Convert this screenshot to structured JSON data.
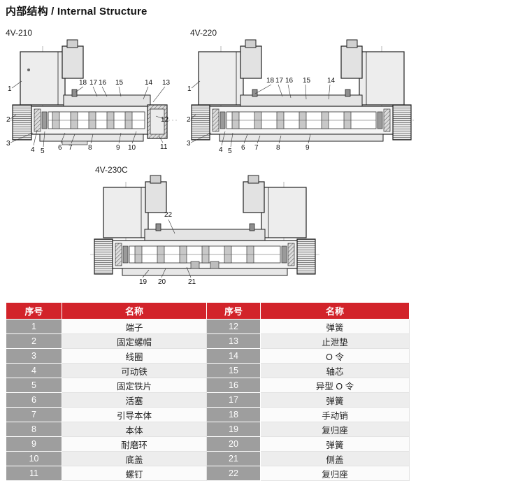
{
  "page": {
    "title": "内部结构 / Internal Structure"
  },
  "diagrams": {
    "d210": {
      "label": "4V-210",
      "callouts": {
        "c1": "1",
        "c2": "2",
        "c3": "3",
        "c4": "4",
        "c5": "5",
        "c6": "6",
        "c7": "7",
        "c8": "8",
        "c9": "9",
        "c10": "10",
        "c11": "11",
        "c12": "12",
        "c13": "13",
        "c14": "14",
        "c15": "15",
        "c16": "16",
        "c17": "17",
        "c18": "18"
      }
    },
    "d220": {
      "label": "4V-220",
      "callouts": {
        "c1": "1",
        "c2": "2",
        "c3": "3",
        "c4": "4",
        "c5": "5",
        "c6": "6",
        "c7": "7",
        "c8": "8",
        "c9": "9",
        "c14": "14",
        "c15": "15",
        "c16": "16",
        "c17": "17",
        "c18": "18"
      }
    },
    "d230": {
      "label": "4V-230C",
      "callouts": {
        "c19": "19",
        "c20": "20",
        "c21": "21",
        "c22": "22"
      }
    }
  },
  "parts_table": {
    "headers": [
      "序号",
      "名称",
      "序号",
      "名称"
    ],
    "rows": [
      [
        "1",
        "端子",
        "12",
        "弹簧"
      ],
      [
        "2",
        "固定螺帽",
        "13",
        "止泄垫"
      ],
      [
        "3",
        "线圈",
        "14",
        "O 令"
      ],
      [
        "4",
        "可动铁",
        "15",
        "轴芯"
      ],
      [
        "5",
        "固定铁片",
        "16",
        "异型 O 令"
      ],
      [
        "6",
        "活塞",
        "17",
        "弹簧"
      ],
      [
        "7",
        "引导本体",
        "18",
        "手动销"
      ],
      [
        "8",
        "本体",
        "19",
        "复归座"
      ],
      [
        "9",
        "耐磨环",
        "20",
        "弹簧"
      ],
      [
        "10",
        "底盖",
        "21",
        "侧盖"
      ],
      [
        "11",
        "螺钉",
        "22",
        "复归座"
      ]
    ]
  },
  "colors": {
    "header_red": "#d2232a",
    "number_cell_gray": "#9e9e9e"
  }
}
